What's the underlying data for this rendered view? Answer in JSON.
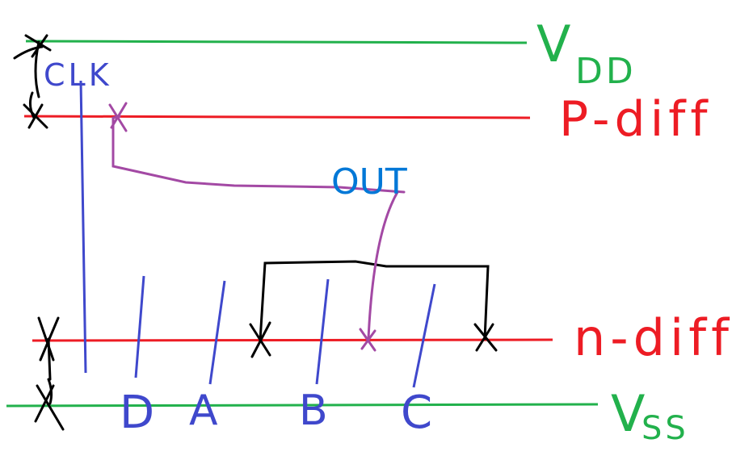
{
  "labels": {
    "vdd_main": "V",
    "vdd_sub": "DD",
    "pdiff": "P-diff",
    "clk": "CLK",
    "out": "OUT",
    "ndiff": "n-diff",
    "vss_main": "V",
    "vss_sub": "SS",
    "gate_d": "D",
    "gate_a": "A",
    "gate_b": "B",
    "gate_c": "C"
  },
  "colors": {
    "vdd_rail": "#22b14c",
    "vss_rail": "#22b14c",
    "pdiff": "#ed1c24",
    "ndiff": "#ed1c24",
    "poly": "#3f48cc",
    "out_wire": "#a349a4",
    "out_label": "#0078d7",
    "metal": "#000000"
  }
}
